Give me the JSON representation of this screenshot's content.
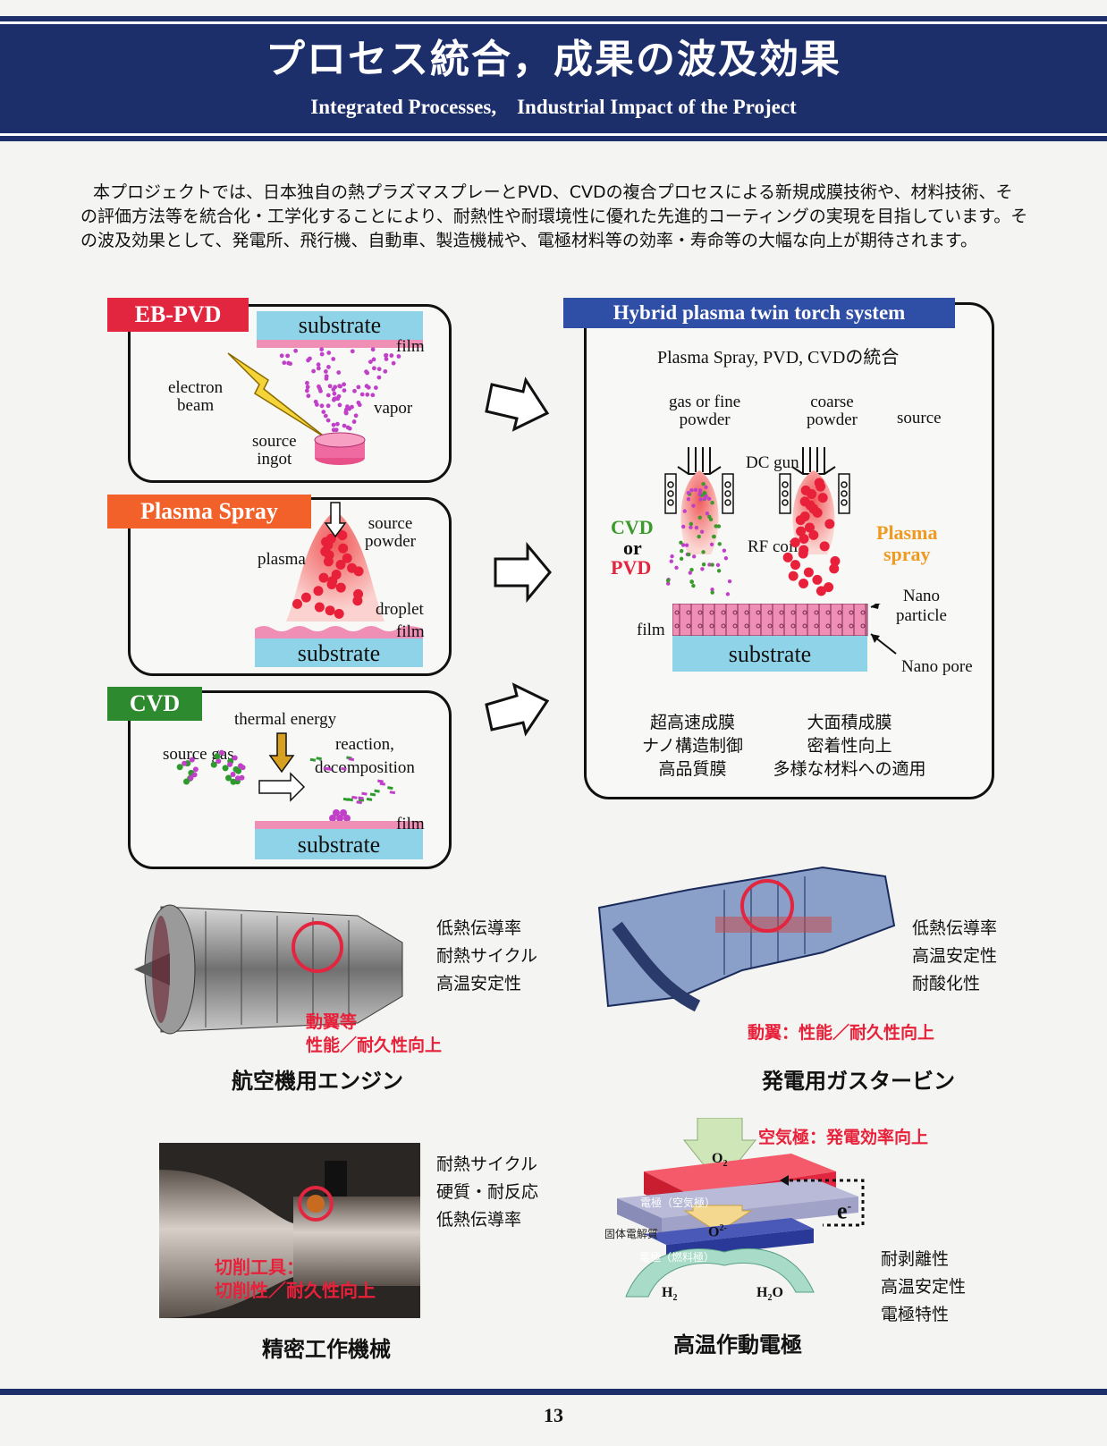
{
  "header": {
    "title_jp": "プロセス統合，成果の波及効果",
    "title_en": "Integrated Processes,　Industrial Impact of the Project"
  },
  "intro_text": "本プロジェクトでは、日本独自の熱プラズマスプレーとPVD、CVDの複合プロセスによる新規成膜技術や、材料技術、その評価方法等を統合化・工学化することにより、耐熱性や耐環境性に優れた先進的コーティングの実現を目指しています。その波及効果として、発電所、飛行機、自動車、製造機械や、電極材料等の効率・寿命等の大幅な向上が期待されます。",
  "ebpvd": {
    "tag": "EB-PVD",
    "substrate": "substrate",
    "film": "film",
    "electron_beam": "electron\nbeam",
    "vapor": "vapor",
    "source_ingot": "source\ningot"
  },
  "plasma_spray": {
    "tag": "Plasma Spray",
    "source_powder": "source\npowder",
    "plasma": "plasma",
    "droplet": "droplet",
    "film": "film",
    "substrate": "substrate"
  },
  "cvd": {
    "tag": "CVD",
    "thermal_energy": "thermal energy",
    "reaction": "reaction,\ndecomposition",
    "source_gas": "source gas",
    "film": "film",
    "substrate": "substrate"
  },
  "hybrid": {
    "tag": "Hybrid plasma twin torch system",
    "subtitle": "Plasma Spray, PVD, CVDの統合",
    "gas_powder": "gas or fine\npowder",
    "coarse_powder": "coarse\npowder",
    "source": "source",
    "dc_gun": "DC gun",
    "rf_coil": "RF coil",
    "cvd_label": "CVD",
    "or_label": "or",
    "pvd_label": "PVD",
    "plasma_label": "Plasma\nspray",
    "nano_particle": "Nano\nparticle",
    "nano_pore": "Nano pore",
    "film": "film",
    "substrate": "substrate",
    "benefits_left": "超高速成膜\nナノ構造制御\n高品質膜",
    "benefits_right": "大面積成膜\n密着性向上\n多様な材料への適用"
  },
  "apps": {
    "engine": {
      "props": "低熱伝導率\n耐熱サイクル\n高温安定性",
      "note": "動翼等\n性能／耐久性向上",
      "caption": "航空機用エンジン"
    },
    "turbine": {
      "props": "低熱伝導率\n高温安定性\n耐酸化性",
      "note": "動翼：性能／耐久性向上",
      "caption": "発電用ガスタービン"
    },
    "machine": {
      "props": "耐熱サイクル\n硬質・耐反応\n低熱伝導率",
      "note": "切削工具：\n切削性／耐久性向上",
      "caption": "精密工作機械"
    },
    "electrode": {
      "note": "空気極：発電効率向上",
      "o2": "O",
      "o2_sub": "2",
      "air": "電極（空気極）",
      "electrolyte": "固体電解質",
      "o2minus": "O",
      "o2minus_sup": "2-",
      "fuel": "電極（燃料極）",
      "e": "e",
      "e_sup": "-",
      "h2": "H",
      "h2_sub": "2",
      "h2o": "H",
      "h2o_sub": "2",
      "h2o_tail": "O",
      "props": "耐剥離性\n高温安定性\n電極特性",
      "caption": "高温作動電極"
    }
  },
  "page_number": "13",
  "colors": {
    "navy": "#1d2f6b",
    "ebpvd": "#e3263f",
    "plasma": "#f2612a",
    "cvd": "#2e8a2e",
    "hybrid": "#2f4ea5"
  }
}
